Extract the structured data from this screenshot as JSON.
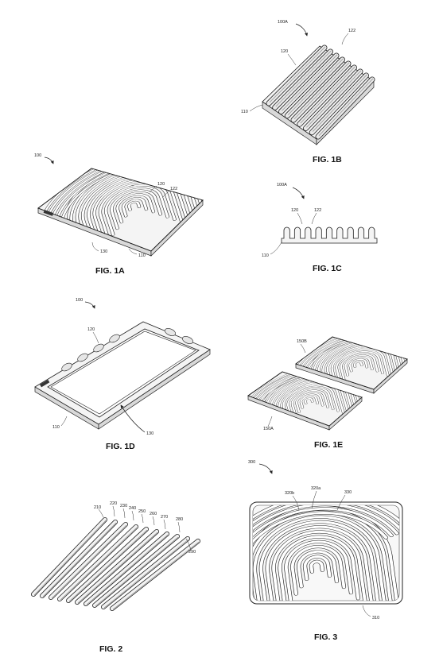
{
  "figures": {
    "fig1b": {
      "caption": "FIG. 1B",
      "refs": {
        "r100a": "100A",
        "r122": "122",
        "r120": "120",
        "r110": "110"
      }
    },
    "fig1a": {
      "caption": "FIG. 1A",
      "refs": {
        "r100": "100",
        "r120": "120",
        "r122": "122",
        "r130": "130",
        "r110": "110"
      }
    },
    "fig1c": {
      "caption": "FIG. 1C",
      "refs": {
        "r100a": "100A",
        "r120": "120",
        "r122": "122",
        "r110": "110"
      }
    },
    "fig1d": {
      "caption": "FIG. 1D",
      "refs": {
        "r100": "100",
        "r120": "120",
        "r110": "110",
        "r130": "130"
      }
    },
    "fig1e": {
      "caption": "FIG. 1E",
      "refs": {
        "r150b": "150B",
        "r150a": "150A"
      }
    },
    "fig2": {
      "caption": "FIG. 2",
      "refs": {
        "r210": "210",
        "r220": "220",
        "r230": "230",
        "r240": "240",
        "r250": "250",
        "r260": "260",
        "r270": "270",
        "r280": "280",
        "r290": "290"
      }
    },
    "fig3": {
      "caption": "FIG. 3",
      "refs": {
        "r300": "300",
        "r320b": "320b",
        "r320a": "320a",
        "r330": "330",
        "r310": "310"
      }
    }
  }
}
